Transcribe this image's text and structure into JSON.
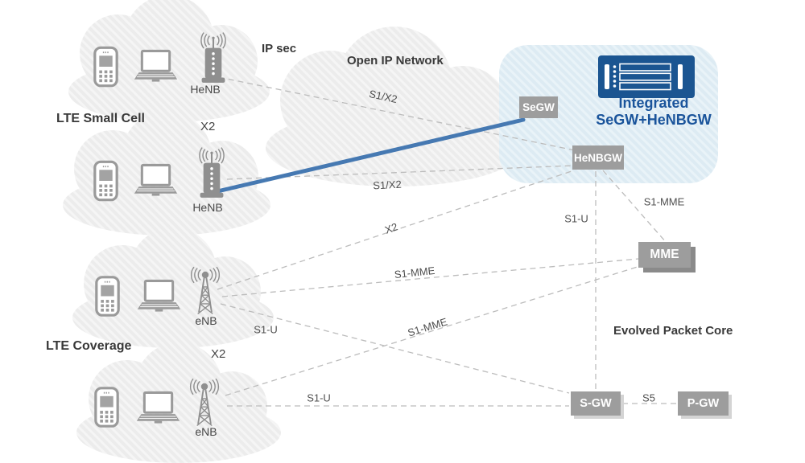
{
  "regions": {
    "lte_small_cell": "LTE Small Cell",
    "lte_coverage": "LTE Coverage",
    "open_ip_network": "Open IP Network",
    "evolved_packet_core": "Evolved Packet Core",
    "ip_sec": "IP sec"
  },
  "devices": {
    "henb_top": "HeNB",
    "henb_mid": "HeNB",
    "enb_top": "eNB",
    "enb_bottom": "eNB"
  },
  "gateway": {
    "title_line1": "Integrated",
    "title_line2": "SeGW+HeNBGW"
  },
  "nodes": {
    "segw": "SeGW",
    "henbgw": "HeNBGW",
    "mme": "MME",
    "sgw": "S-GW",
    "pgw": "P-GW"
  },
  "links": {
    "henb_top_to_henbgw": "S1/X2",
    "henb_mid_to_henbgw": "S1/X2",
    "small_cell_x2": "X2",
    "enb_top_to_henbgw": "X2",
    "enb_top_to_mme": "S1-MME",
    "enb_top_to_sgw": "S1-U",
    "coverage_x2": "X2",
    "enb_bottom_to_mme": "S1-MME",
    "enb_bottom_to_sgw": "S1-U",
    "henbgw_to_sgw": "S1-U",
    "henbgw_to_mme": "S1-MME",
    "sgw_to_pgw": "S5"
  },
  "colors": {
    "secure_link_blue": "#4679b2",
    "panel_blue": "#e0edf4",
    "node_gray": "#9d9d9d",
    "server_blue": "#1b5591",
    "gateway_text_blue": "#1a549b",
    "dashed_line_gray": "#bcbcbc"
  }
}
